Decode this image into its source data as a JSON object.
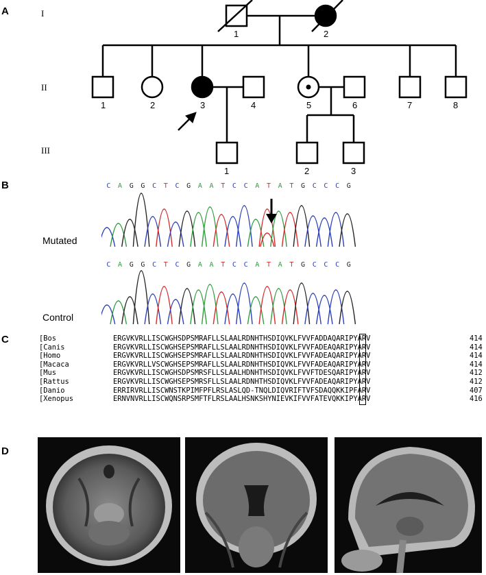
{
  "panels": {
    "a": "A",
    "b": "B",
    "c": "C",
    "d": "D"
  },
  "pedigree": {
    "generations": [
      "I",
      "II",
      "III"
    ],
    "gen1": [
      "1",
      "2"
    ],
    "gen2": [
      "1",
      "2",
      "3",
      "4",
      "5",
      "6",
      "7",
      "8"
    ],
    "gen3": [
      "1",
      "2",
      "3"
    ]
  },
  "chromatograms": {
    "mutated_label": "Mutated",
    "control_label": "Control",
    "sequence": [
      "C",
      "A",
      "G",
      "G",
      "C",
      "T",
      "C",
      "G",
      "A",
      "A",
      "T",
      "C",
      "C",
      "A",
      "T",
      "A",
      "T",
      "G",
      "C",
      "C",
      "C",
      "G"
    ],
    "base_colors": {
      "A": "#2e9e3a",
      "C": "#2a3fb8",
      "G": "#222222",
      "T": "#d42a2a"
    }
  },
  "alignment": {
    "rows": [
      {
        "species": "[Bos",
        "seq": "ERGVKVRLLISCWGHSDPSMRAFLLSLAALRDNHTHSDIQVKLFVVFADDAQARIPYARV",
        "pos": "414"
      },
      {
        "species": "[Canis",
        "seq": "ERGVKVRLLISCWGHSEPSMRAFLLSLAALRDNHTHSDIQVKLFVVFADEAQARIPYARV",
        "pos": "414"
      },
      {
        "species": "[Homo",
        "seq": "ERGVKVRLLISCWGHSEPSMRAFLLSLAALRDNHTHSDIQVKLFVVFADEAQARIPYARV",
        "pos": "414"
      },
      {
        "species": "[Macaca",
        "seq": "ERGVKVRLLVSCWGHSEPSMRAFLLSLAALRDNHTHSDIQVKLFVVFADEAQARIPYARV",
        "pos": "414"
      },
      {
        "species": "[Mus",
        "seq": "ERGVKVRLLISCWGHSDPSMRSFLLSLAALHDNHTHSDIQVKLFVVFTDESQARIPYARV",
        "pos": "412"
      },
      {
        "species": "[Rattus",
        "seq": "ERGVKVRLLISCWGHSEPSMRSFLLSLAALRDNHTHSDIQVKLFVVFADEAQARIPYARV",
        "pos": "412"
      },
      {
        "species": "[Danio",
        "seq": "ERRIRVRLLISCWNSTKPIMFPFLRSLASLQD-TNQLDIQVRIFTVFSDAQQKKIPFARV",
        "pos": "407"
      },
      {
        "species": "[Xenopus",
        "seq": "ERNVNVRLLISCWQNSRPSMFTFLRSLAALHSNKSHYNIEVKIFVVFATEVQKKIPYARV",
        "pos": "416"
      }
    ]
  },
  "mri": {
    "views": [
      "axial-brain-mri",
      "coronal-brain-mri",
      "sagittal-brain-mri"
    ]
  }
}
